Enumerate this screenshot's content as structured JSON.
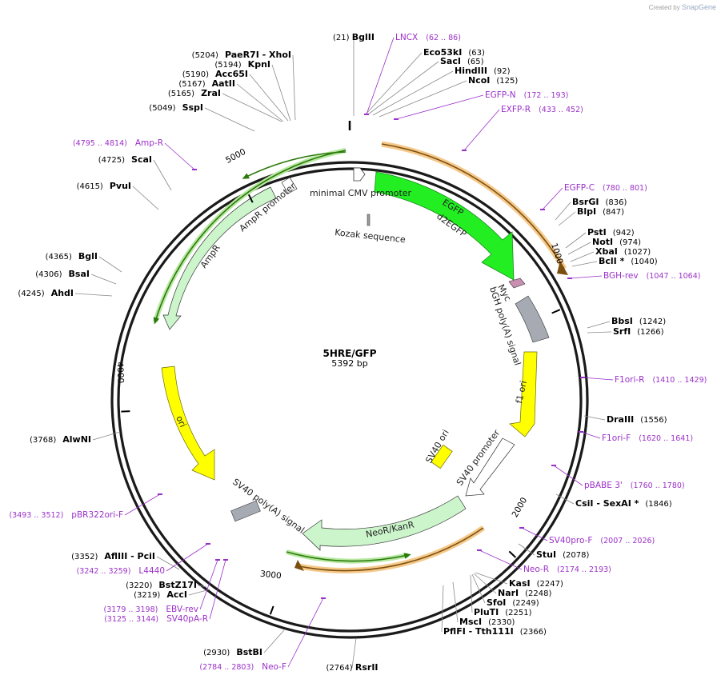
{
  "credit": {
    "prefix": "Created by",
    "brand": "SnapGene"
  },
  "plasmid": {
    "name": "5HRE/GFP",
    "size_label": "5392 bp",
    "length": 5392
  },
  "ticks": [
    "1000",
    "2000",
    "3000",
    "4000",
    "5000"
  ],
  "enzymes": [
    {
      "name": "BglII",
      "pos": "(21)"
    },
    {
      "name": "Eco53kI",
      "pos": "(63)"
    },
    {
      "name": "SacI",
      "pos": "(65)"
    },
    {
      "name": "HindIII",
      "pos": "(92)"
    },
    {
      "name": "NcoI",
      "pos": "(125)"
    },
    {
      "name": "BsrGI",
      "pos": "(836)"
    },
    {
      "name": "BlpI",
      "pos": "(847)"
    },
    {
      "name": "PstI",
      "pos": "(942)"
    },
    {
      "name": "NotI",
      "pos": "(974)"
    },
    {
      "name": "XbaI",
      "pos": "(1027)"
    },
    {
      "name": "BclI *",
      "pos": "(1040)"
    },
    {
      "name": "BbsI",
      "pos": "(1242)"
    },
    {
      "name": "SrfI",
      "pos": "(1266)"
    },
    {
      "name": "DraIII",
      "pos": "(1556)"
    },
    {
      "name": "CsiI  - SexAI *",
      "pos": "(1846)"
    },
    {
      "name": "StuI",
      "pos": "(2078)"
    },
    {
      "name": "KasI",
      "pos": "(2247)"
    },
    {
      "name": "NarI",
      "pos": "(2248)"
    },
    {
      "name": "SfoI",
      "pos": "(2249)"
    },
    {
      "name": "PluTI",
      "pos": "(2251)"
    },
    {
      "name": "MscI",
      "pos": "(2330)"
    },
    {
      "name": "PflFI  - Tth111I",
      "pos": "(2366)"
    },
    {
      "name": "RsrII",
      "pos": "(2764)"
    },
    {
      "name": "BstBI",
      "pos": "(2930)"
    },
    {
      "name": "AccI",
      "pos": "(3219)"
    },
    {
      "name": "BstZ17I",
      "pos": "(3220)"
    },
    {
      "name": "AflIII  - PciI",
      "pos": "(3352)"
    },
    {
      "name": "AlwNI",
      "pos": "(3768)"
    },
    {
      "name": "AhdI",
      "pos": "(4245)"
    },
    {
      "name": "BsaI",
      "pos": "(4306)"
    },
    {
      "name": "BglI",
      "pos": "(4365)"
    },
    {
      "name": "PvuI",
      "pos": "(4615)"
    },
    {
      "name": "ScaI",
      "pos": "(4725)"
    },
    {
      "name": "SspI",
      "pos": "(5049)"
    },
    {
      "name": "ZraI",
      "pos": "(5165)"
    },
    {
      "name": "AatII",
      "pos": "(5167)"
    },
    {
      "name": "Acc65I",
      "pos": "(5190)"
    },
    {
      "name": "KpnI",
      "pos": "(5194)"
    },
    {
      "name": "PaeR7I  - XhoI",
      "pos": "(5204)"
    }
  ],
  "primers": [
    {
      "name": "LNCX",
      "range": "(62 .. 86)"
    },
    {
      "name": "EGFP-N",
      "range": "(172 .. 193)"
    },
    {
      "name": "EXFP-R",
      "range": "(433 .. 452)"
    },
    {
      "name": "EGFP-C",
      "range": "(780 .. 801)"
    },
    {
      "name": "BGH-rev",
      "range": "(1047 .. 1064)"
    },
    {
      "name": "F1ori-R",
      "range": "(1410 .. 1429)"
    },
    {
      "name": "F1ori-F",
      "range": "(1620 .. 1641)"
    },
    {
      "name": "pBABE 3'",
      "range": "(1760 .. 1780)"
    },
    {
      "name": "SV40pro-F",
      "range": "(2007 .. 2026)"
    },
    {
      "name": "Neo-R",
      "range": "(2174 .. 2193)"
    },
    {
      "name": "Neo-F",
      "range": "(2784 .. 2803)"
    },
    {
      "name": "SV40pA-R",
      "range": "(3125 .. 3144)"
    },
    {
      "name": "EBV-rev",
      "range": "(3179 .. 3198)"
    },
    {
      "name": "L4440",
      "range": "(3242 .. 3259)"
    },
    {
      "name": "pBR322ori-F",
      "range": "(3493 .. 3512)"
    },
    {
      "name": "Amp-R",
      "range": "(4795 .. 4814)"
    }
  ],
  "features": [
    {
      "name": "minimal CMV promoter",
      "color": "#ffffff"
    },
    {
      "name": "EGFP",
      "color": "#22ee22"
    },
    {
      "name": "d2EGFP",
      "color": "#f2a341"
    },
    {
      "name": "Kozak sequence",
      "color": "#999999"
    },
    {
      "name": "Myc",
      "color": "#c88fb0"
    },
    {
      "name": "bGH poly(A) signal",
      "color": "#a6abb3"
    },
    {
      "name": "f1 ori",
      "color": "#ffff00"
    },
    {
      "name": "SV40 ori",
      "color": "#ffff00"
    },
    {
      "name": "SV40 promoter",
      "color": "#ffffff"
    },
    {
      "name": "NeoR/KanR",
      "color": "#ccf5cc"
    },
    {
      "name": "SV40 poly(A) signal",
      "color": "#a6abb3"
    },
    {
      "name": "ori",
      "color": "#ffff00"
    },
    {
      "name": "AmpR",
      "color": "#ccf5cc"
    },
    {
      "name": "AmpR promoter",
      "color": "#ccf5cc"
    }
  ],
  "colors": {
    "primer": "#9b30c8",
    "backbone": "#222222",
    "orf_green": "#2c7a0c",
    "orf_orange": "#f2a341"
  }
}
